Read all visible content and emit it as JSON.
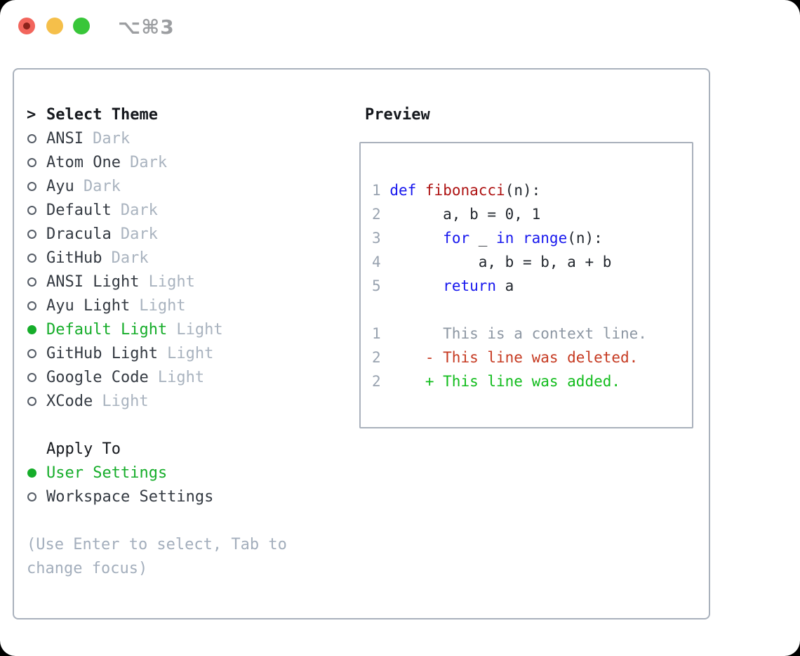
{
  "titlebar": {
    "shortcut": "⌥⌘3"
  },
  "colors": {
    "accent_green": "#16ad2a",
    "keyword_blue": "#1717ee",
    "function_red": "#ae1313",
    "deleted_red": "#c63a21",
    "added_green": "#11bc1c",
    "muted_gray": "#a9b3bf",
    "border_gray": "#a9b1bc",
    "traffic_red": "#f2655c",
    "traffic_yellow": "#f5bf4a",
    "traffic_green": "#38c639"
  },
  "theme_selector": {
    "cursor": ">",
    "title": "Select Theme",
    "options": [
      {
        "label": "ANSI",
        "variant": "Dark",
        "selected": false
      },
      {
        "label": "Atom One",
        "variant": "Dark",
        "selected": false
      },
      {
        "label": "Ayu",
        "variant": "Dark",
        "selected": false
      },
      {
        "label": "Default",
        "variant": "Dark",
        "selected": false
      },
      {
        "label": "Dracula",
        "variant": "Dark",
        "selected": false
      },
      {
        "label": "GitHub",
        "variant": "Dark",
        "selected": false
      },
      {
        "label": "ANSI Light",
        "variant": "Light",
        "selected": false
      },
      {
        "label": "Ayu Light",
        "variant": "Light",
        "selected": false
      },
      {
        "label": "Default Light",
        "variant": "Light",
        "selected": true
      },
      {
        "label": "GitHub Light",
        "variant": "Light",
        "selected": false
      },
      {
        "label": "Google Code",
        "variant": "Light",
        "selected": false
      },
      {
        "label": "XCode",
        "variant": "Light",
        "selected": false
      }
    ]
  },
  "apply_to": {
    "title": "Apply To",
    "options": [
      {
        "label": "User Settings",
        "selected": true
      },
      {
        "label": "Workspace Settings",
        "selected": false
      }
    ]
  },
  "help": {
    "line1": "(Use Enter to select, Tab to",
    "line2": "change focus)"
  },
  "preview": {
    "title": "Preview",
    "code_lines": [
      [
        {
          "c": "num",
          "t": "1"
        },
        {
          "c": "plain",
          "t": " "
        },
        {
          "c": "kw",
          "t": "def"
        },
        {
          "c": "plain",
          "t": " "
        },
        {
          "c": "fn",
          "t": "fibonacci"
        },
        {
          "c": "plain",
          "t": "(n):"
        }
      ],
      [
        {
          "c": "num",
          "t": "2"
        },
        {
          "c": "plain",
          "t": "       a, b = 0, 1"
        }
      ],
      [
        {
          "c": "num",
          "t": "3"
        },
        {
          "c": "plain",
          "t": "       "
        },
        {
          "c": "kw",
          "t": "for"
        },
        {
          "c": "plain",
          "t": " _ "
        },
        {
          "c": "kw",
          "t": "in"
        },
        {
          "c": "plain",
          "t": " "
        },
        {
          "c": "kw",
          "t": "range"
        },
        {
          "c": "plain",
          "t": "(n):"
        }
      ],
      [
        {
          "c": "num",
          "t": "4"
        },
        {
          "c": "plain",
          "t": "           a, b = b, a + b"
        }
      ],
      [
        {
          "c": "num",
          "t": "5"
        },
        {
          "c": "plain",
          "t": "       "
        },
        {
          "c": "kw",
          "t": "return"
        },
        {
          "c": "plain",
          "t": " a"
        }
      ],
      [],
      [
        {
          "c": "num",
          "t": "1"
        },
        {
          "c": "ctx",
          "t": "       This is a context line."
        }
      ],
      [
        {
          "c": "num",
          "t": "2"
        },
        {
          "c": "del",
          "t": "     - This line was deleted."
        }
      ],
      [
        {
          "c": "num",
          "t": "2"
        },
        {
          "c": "add",
          "t": "     + This line was added."
        }
      ]
    ]
  }
}
